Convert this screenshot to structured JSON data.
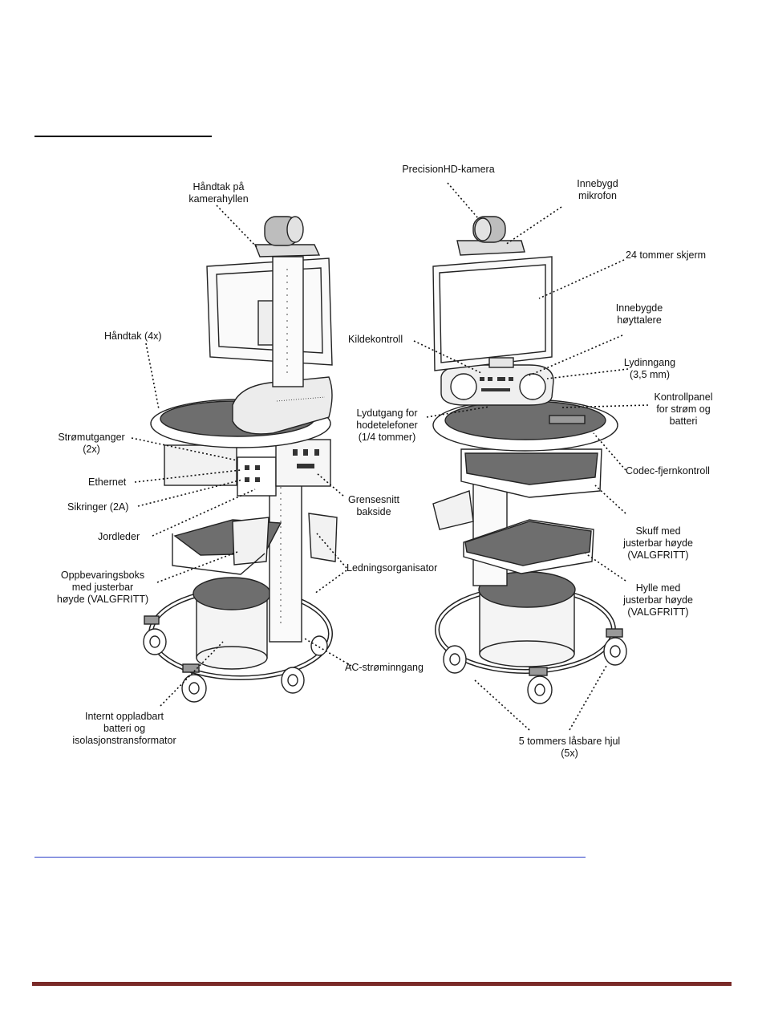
{
  "callouts": {
    "handle_camera_shelf": "Håndtak på\nkamerahyllen",
    "precision_camera": "PrecisionHD-kamera",
    "builtin_mic": "Innebygd\nmikrofon",
    "screen_24": "24 tommer skjerm",
    "builtin_speakers": "Innebygde\nhøyttalere",
    "handles_4x": "Håndtak (4x)",
    "source_control": "Kildekontroll",
    "audio_input": "Lydinngang\n(3,5 mm)",
    "headphone_out": "Lydutgang for\nhodetelefoner\n(1/4 tommer)",
    "control_panel": "Kontrollpanel\nfor strøm og\nbatteri",
    "power_outlets": "Strømutganger\n(2x)",
    "codec_remote": "Codec-fjernkontroll",
    "ethernet": "Ethernet",
    "rear_interface": "Grensesnitt\nbakside",
    "fuses": "Sikringer (2A)",
    "ground": "Jordleder",
    "drawer": "Skuff med\njusterbar høyde\n(VALGFRITT)",
    "storage_box": "Oppbevaringsboks\nmed justerbar\nhøyde (VALGFRITT)",
    "cable_organizer": "Ledningsorganisator",
    "shelf": "Hylle med\njusterbar høyde\n(VALGFRITT)",
    "ac_input": "AC-strøminngang",
    "battery": "Internt oppladbart\nbatteri og\nisolasjonstransformator",
    "wheels": "5 tommers låsbare hjul\n(5x)"
  },
  "colors": {
    "footer_rule": "#7a2a28",
    "link_rule": "#2b3fc8",
    "surface_gray": "#6e6e6e",
    "line": "#222222"
  }
}
